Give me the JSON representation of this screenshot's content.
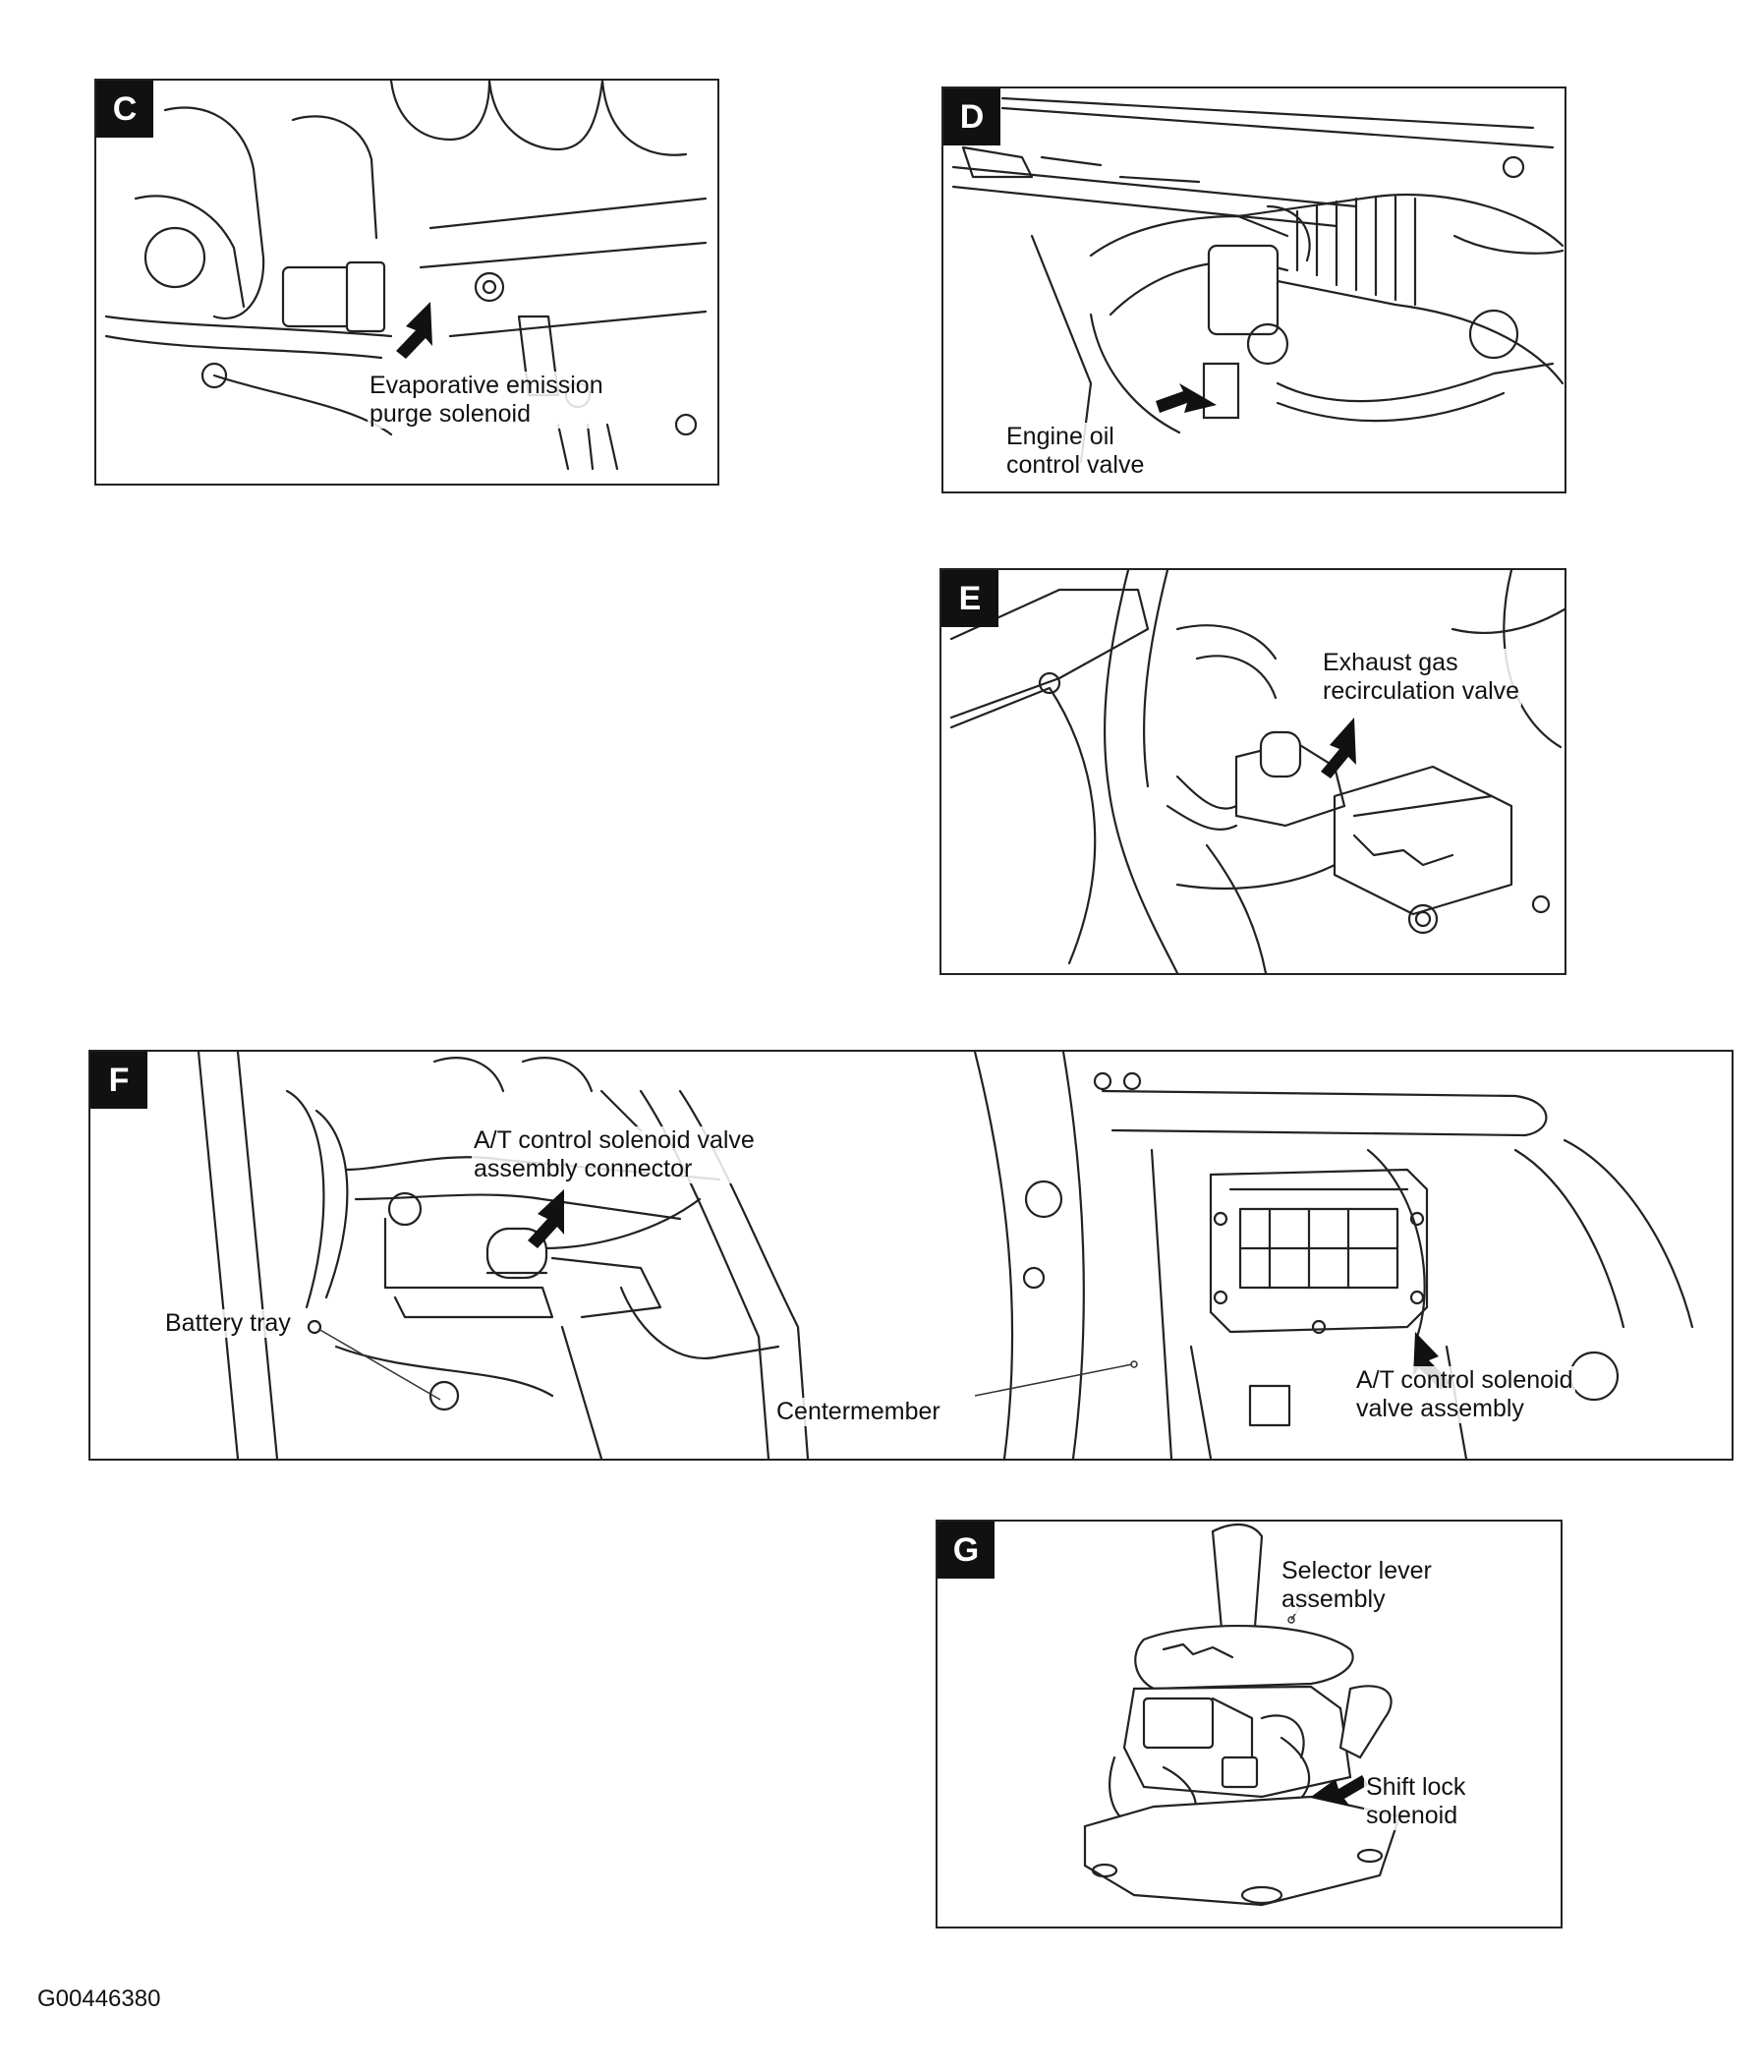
{
  "panels": {
    "C": {
      "badge": "C",
      "label": "Evaporative emission\npurge solenoid"
    },
    "D": {
      "badge": "D",
      "label": "Engine oil\ncontrol valve"
    },
    "E": {
      "badge": "E",
      "label": "Exhaust gas\nrecirculation valve"
    },
    "F": {
      "badge": "F",
      "label_connector": "A/T control solenoid valve\nassembly connector",
      "label_battery": "Battery tray",
      "label_centermember": "Centermember",
      "label_valve_assembly": "A/T control solenoid\nvalve assembly"
    },
    "G": {
      "badge": "G",
      "label_selector": "Selector lever\nassembly",
      "label_shift_lock": "Shift lock\nsolenoid"
    }
  },
  "figure_id": "G00446380"
}
